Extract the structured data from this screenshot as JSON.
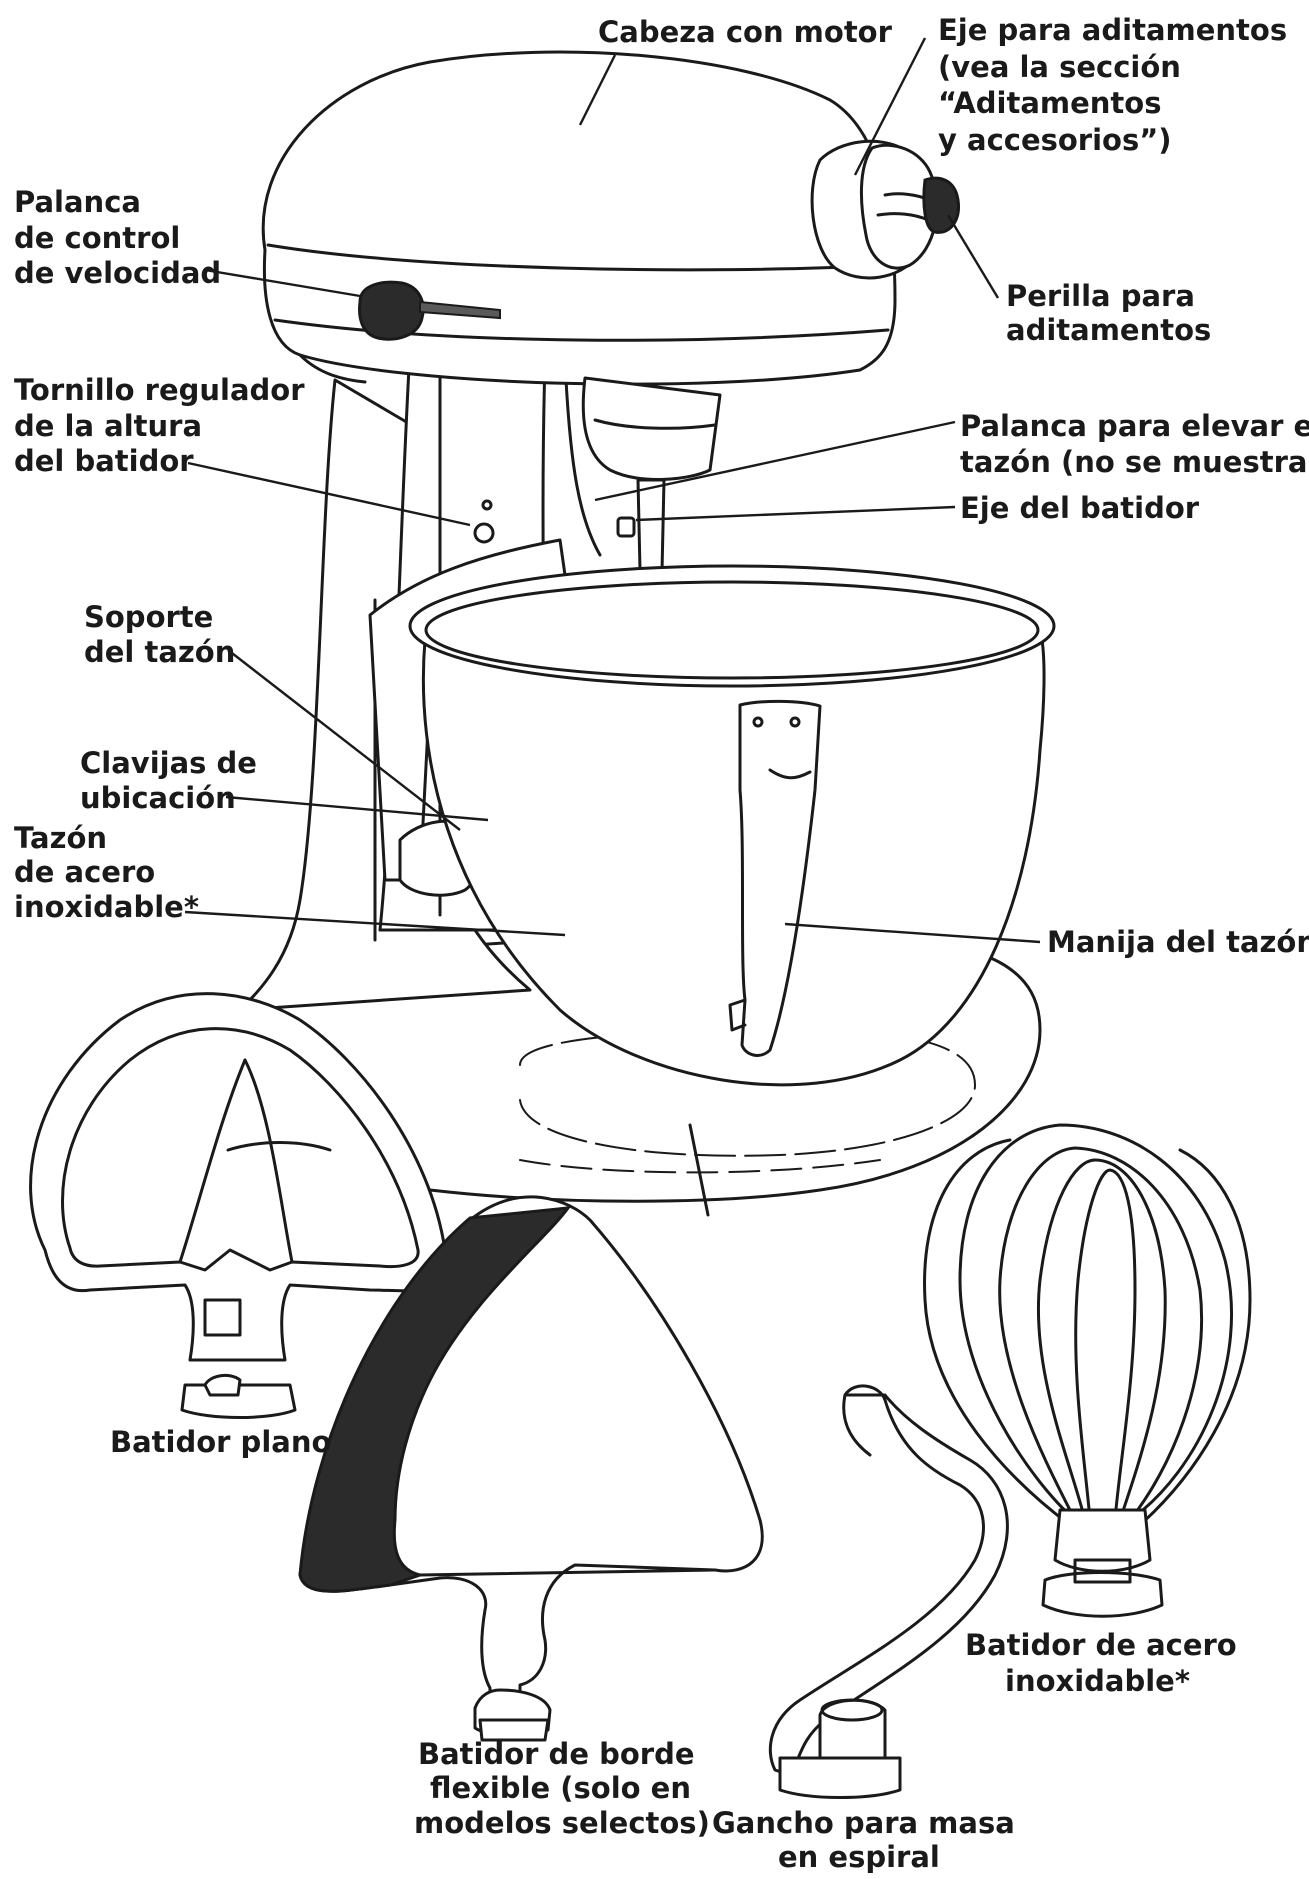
{
  "labels": {
    "motor_head": "Cabeza con motor",
    "attachment_hub_1": "Eje para aditamentos",
    "attachment_hub_2": "(vea la sección",
    "attachment_hub_3": "“Aditamentos",
    "attachment_hub_4": "y accesorios”)",
    "speed_lever_1": "Palanca",
    "speed_lever_2": "de control",
    "speed_lever_3": "de velocidad",
    "attachment_knob_1": "Perilla para",
    "attachment_knob_2": "aditamentos",
    "height_screw_1": "Tornillo regulador",
    "height_screw_2": "de la altura",
    "height_screw_3": "del batidor",
    "bowl_lift_1": "Palanca para elevar el",
    "bowl_lift_2": "tazón (no se muestra)",
    "beater_shaft": "Eje del batidor",
    "bowl_support_1": "Soporte",
    "bowl_support_2": "del tazón",
    "locating_pins_1": "Clavijas de",
    "locating_pins_2": "ubicación",
    "bowl_1": "Tazón",
    "bowl_2": "de acero",
    "bowl_3": "inoxidable*",
    "bowl_handle": "Manija del tazón*",
    "flat_beater": "Batidor plano",
    "whip_1": "Batidor de acero",
    "whip_2": "inoxidable*",
    "flex_beater_1": "Batidor de borde",
    "flex_beater_2": "flexible (solo en",
    "flex_beater_3": "modelos selectos)",
    "dough_hook_1": "Gancho para masa",
    "dough_hook_2": "en espiral"
  },
  "colors": {
    "line": "#1a1a1a",
    "background": "#ffffff",
    "flex_edge": "#2b2b2b"
  }
}
